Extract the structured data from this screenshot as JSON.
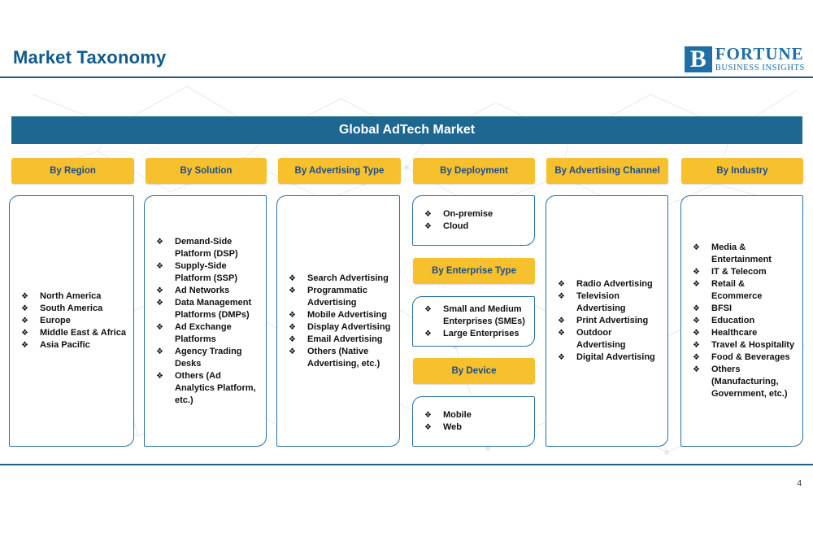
{
  "header": {
    "title": "Market Taxonomy",
    "logo_top": "FORTUNE",
    "logo_bottom": "BUSINESS INSIGHTS",
    "logo_mark": "B"
  },
  "banner": {
    "label": "Global AdTech Market"
  },
  "colors": {
    "primary_blue": "#1d6790",
    "accent_yellow": "#f7c12e",
    "label_text": "#1a4d8c"
  },
  "bullet_icon": "diamond-bullet",
  "categories": {
    "region": {
      "label": "By Region",
      "items": [
        "North America",
        "South America",
        "Europe",
        "Middle East & Africa",
        "Asia Pacific"
      ]
    },
    "solution": {
      "label": "By Solution",
      "items": [
        "Demand-Side Platform (DSP)",
        "Supply-Side Platform (SSP)",
        "Ad Networks",
        "Data Management Platforms (DMPs)",
        "Ad Exchange Platforms",
        "Agency Trading Desks",
        "Others (Ad Analytics Platform, etc.)"
      ]
    },
    "advertising_type": {
      "label": "By Advertising Type",
      "items": [
        "Search Advertising",
        "Programmatic Advertising",
        "Mobile Advertising",
        "Display Advertising",
        "Email Advertising",
        "Others (Native Advertising, etc.)"
      ]
    },
    "deployment": {
      "label": "By Deployment",
      "items": [
        "On-premise",
        "Cloud"
      ]
    },
    "enterprise_type": {
      "label": "By Enterprise Type",
      "items": [
        "Small and Medium Enterprises (SMEs)",
        "Large Enterprises"
      ]
    },
    "device": {
      "label": "By Device",
      "items": [
        "Mobile",
        "Web"
      ]
    },
    "advertising_channel": {
      "label": "By Advertising Channel",
      "items": [
        "Radio Advertising",
        "Television Advertising",
        "Print Advertising",
        "Outdoor Advertising",
        "Digital Advertising"
      ]
    },
    "industry": {
      "label": "By Industry",
      "items": [
        "Media & Entertainment",
        "IT & Telecom",
        "Retail & Ecommerce",
        "BFSI",
        "Education",
        "Healthcare",
        "Travel & Hospitality",
        "Food & Beverages",
        "Others (Manufacturing, Government, etc.)"
      ]
    }
  },
  "footer": {
    "page_number": "4"
  }
}
